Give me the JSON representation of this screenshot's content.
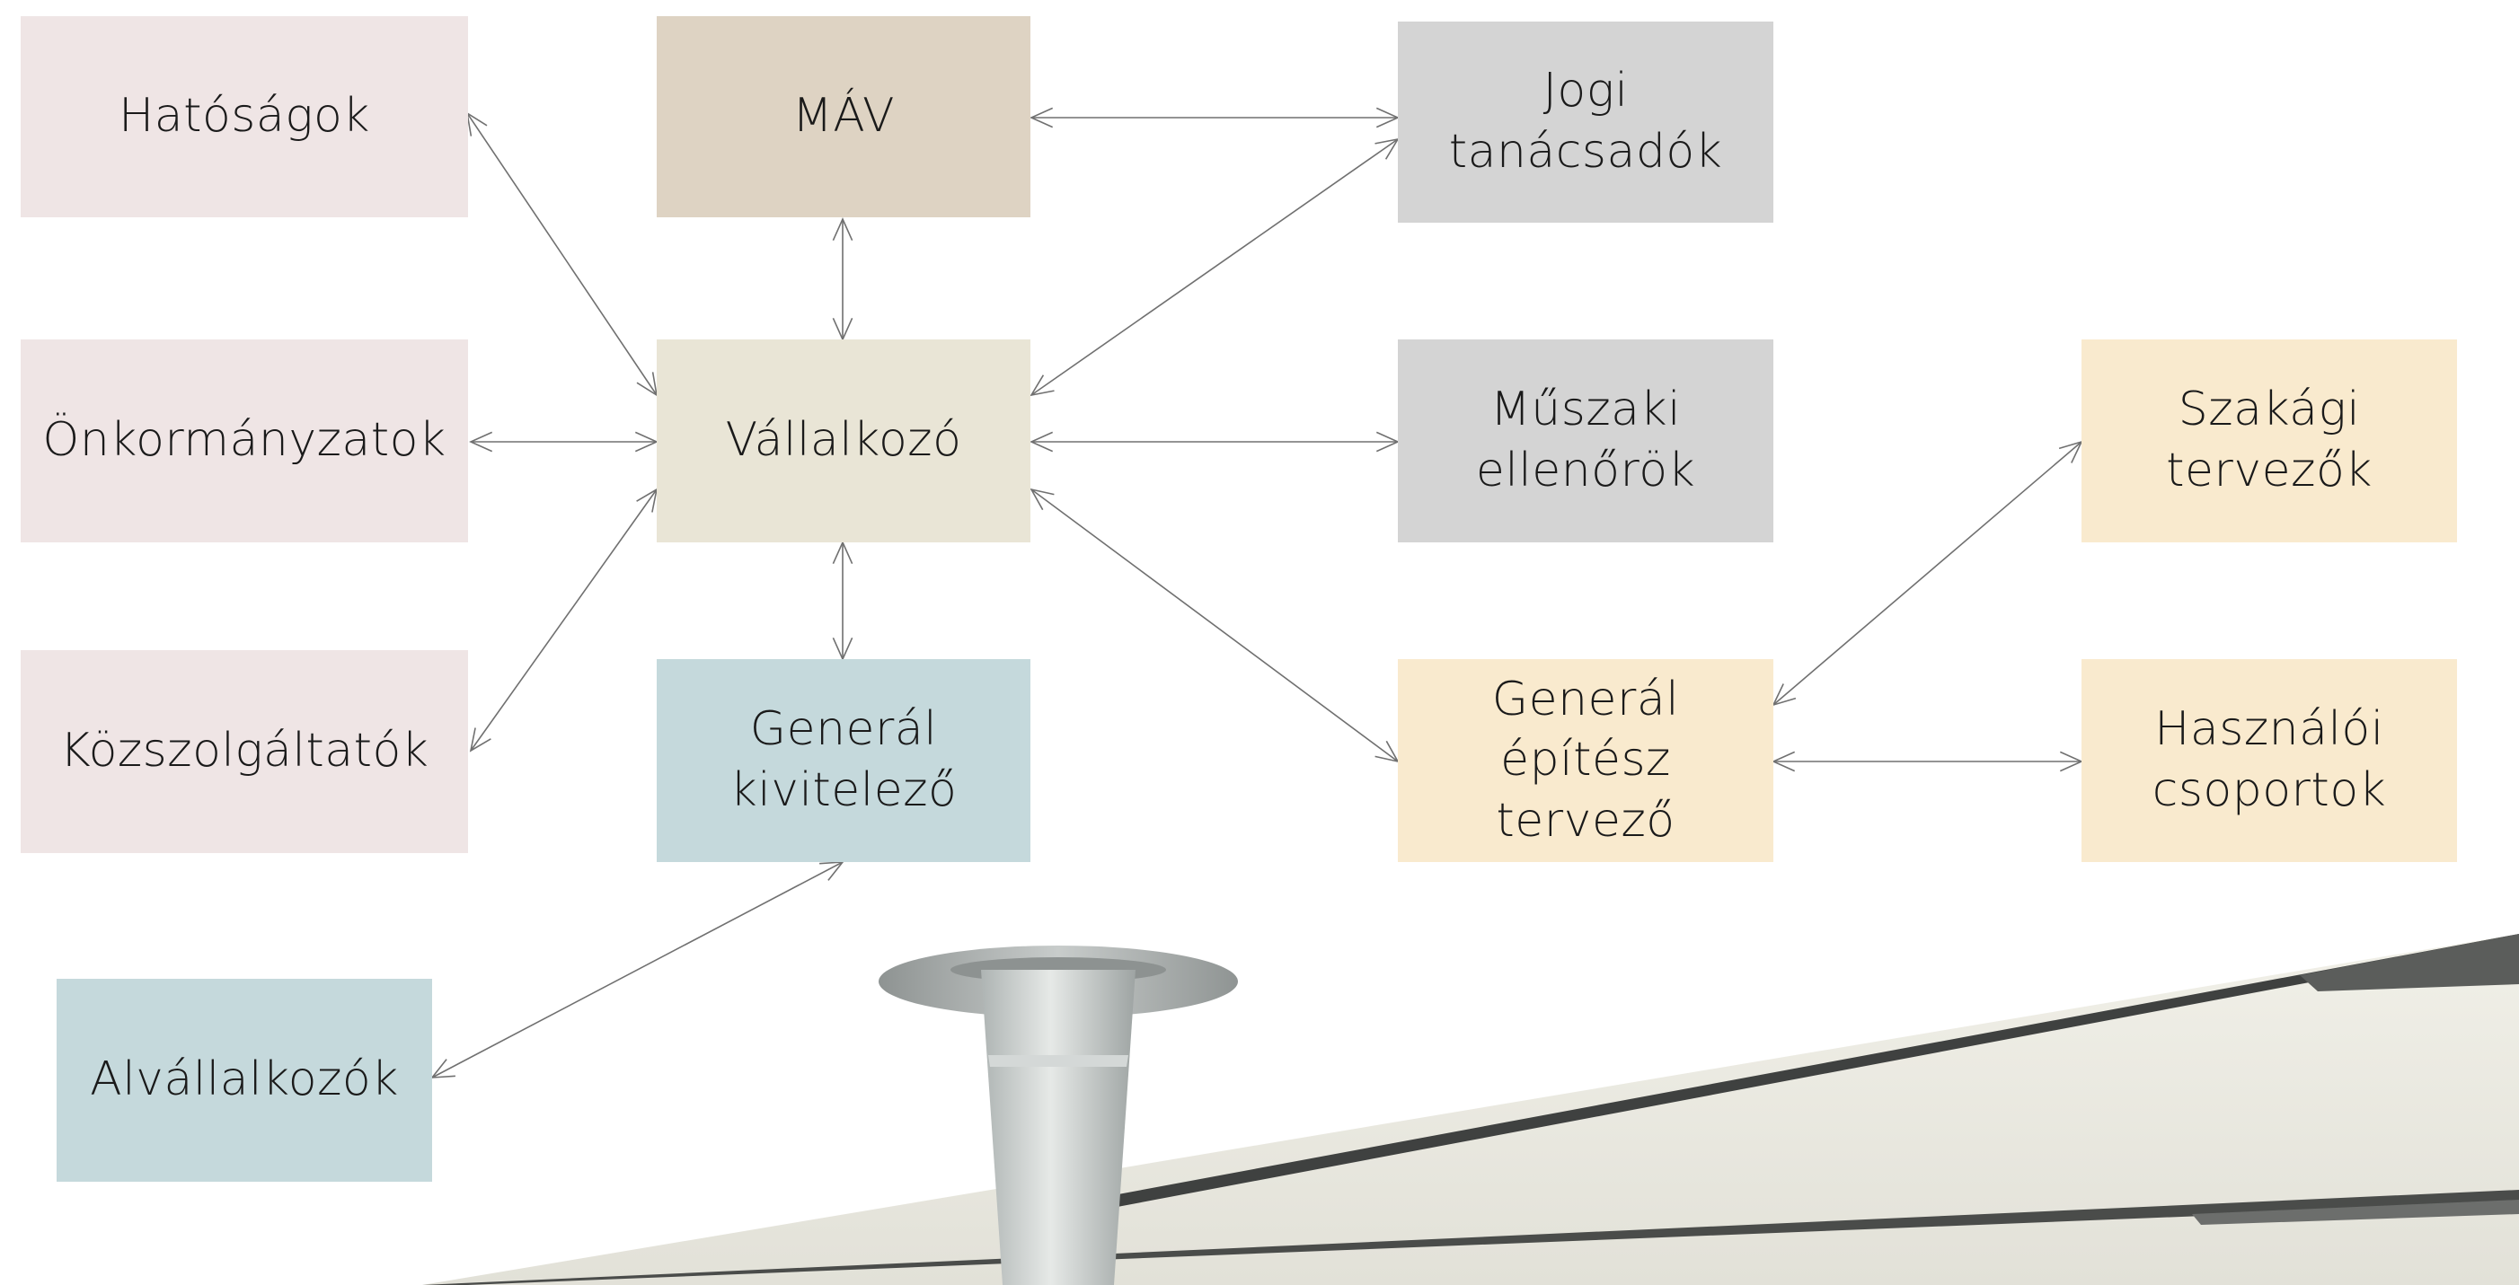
{
  "palette": {
    "authority": "#EFE5E5",
    "mav": "#DED3C3",
    "contractor": "#E9E5D6",
    "consultant": "#D4D4D4",
    "construction": "#C5D9DC",
    "design": "#F9EACE",
    "connector": "#707070"
  },
  "nodes": {
    "hatosagok": "Hatóságok",
    "mav": "MÁV",
    "jogi": "Jogi\ntanácsadók",
    "onkormanyzatok": "Önkormányzatok",
    "vallalkozo": "Vállalkozó",
    "muszaki": "Műszaki\nellenőrök",
    "szakagi": "Szakági\ntervezők",
    "kozszolgaltatok": "Közszolgáltatók",
    "general_kivitelezo": "Generál\nkivitelező",
    "general_epitesz": "Generál építész\ntervező",
    "hasznaloi": "Használói\ncsoportok",
    "alvallalkozok": "Alvállalkozók"
  },
  "connections": [
    [
      "hatosagok",
      "vallalkozo"
    ],
    [
      "mav",
      "vallalkozo"
    ],
    [
      "mav",
      "jogi"
    ],
    [
      "jogi",
      "vallalkozo"
    ],
    [
      "onkormanyzatok",
      "vallalkozo"
    ],
    [
      "vallalkozo",
      "muszaki"
    ],
    [
      "kozszolgaltatok",
      "vallalkozo"
    ],
    [
      "vallalkozo",
      "general_kivitelezo"
    ],
    [
      "vallalkozo",
      "general_epitesz"
    ],
    [
      "szakagi",
      "general_epitesz"
    ],
    [
      "general_epitesz",
      "hasznaloi"
    ],
    [
      "alvallalkozok",
      "general_kivitelezo"
    ]
  ],
  "background_photo": "station-canopy-with-lamp"
}
